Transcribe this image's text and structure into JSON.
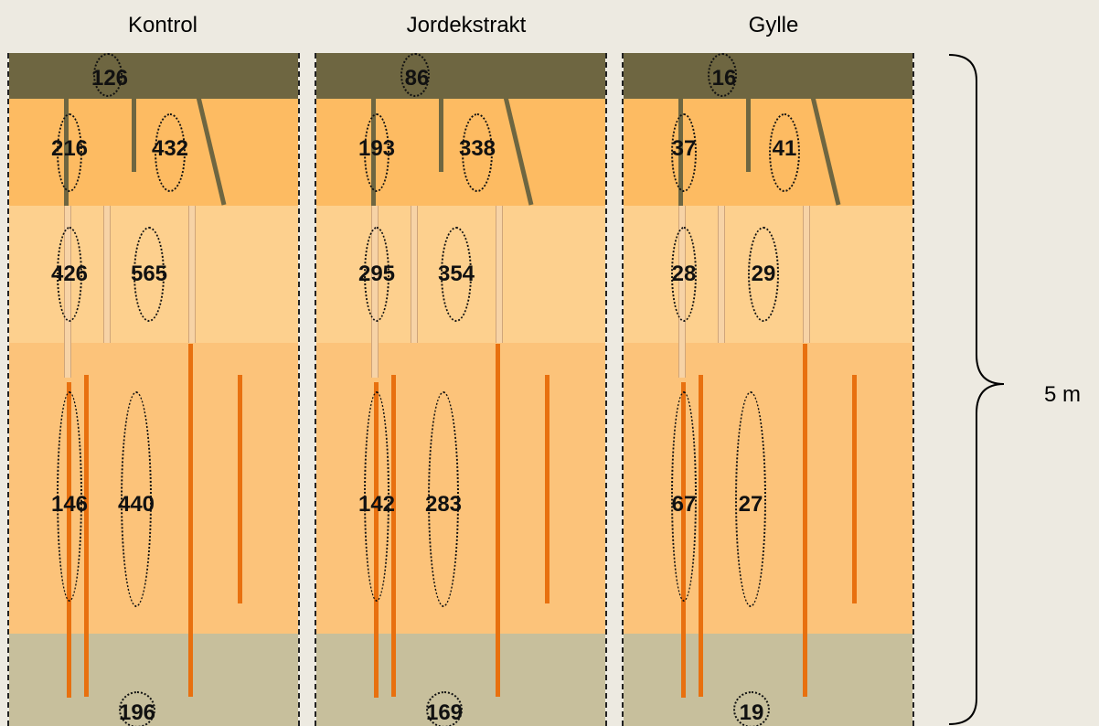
{
  "titles": [
    "Kontrol",
    "Jordekstrakt",
    "Gylle"
  ],
  "depth_label": "5 m",
  "colors": {
    "background": "#EDEAE1",
    "layer_top": "#6E6641",
    "layer_2": "#FDBB62",
    "layer_3": "#FDD08E",
    "layer_4": "#FCC37A",
    "layer_bottom": "#C7BF9C",
    "worm_olive": "#6E6641",
    "worm_orange": "#E8700F",
    "worm_pale": "#F7D3A6"
  },
  "panels": [
    {
      "name": "Kontrol",
      "values": {
        "top": "126",
        "l2a": "216",
        "l2b": "432",
        "l3a": "426",
        "l3b": "565",
        "l4a": "146",
        "l4b": "440",
        "bottom": "196"
      }
    },
    {
      "name": "Jordekstrakt",
      "values": {
        "top": "86",
        "l2a": "193",
        "l2b": "338",
        "l3a": "295",
        "l3b": "354",
        "l4a": "142",
        "l4b": "283",
        "bottom": "169"
      }
    },
    {
      "name": "Gylle",
      "values": {
        "top": "16",
        "l2a": "37",
        "l2b": "41",
        "l3a": "28",
        "l3b": "29",
        "l4a": "67",
        "l4b": "27",
        "bottom": "19"
      }
    }
  ]
}
